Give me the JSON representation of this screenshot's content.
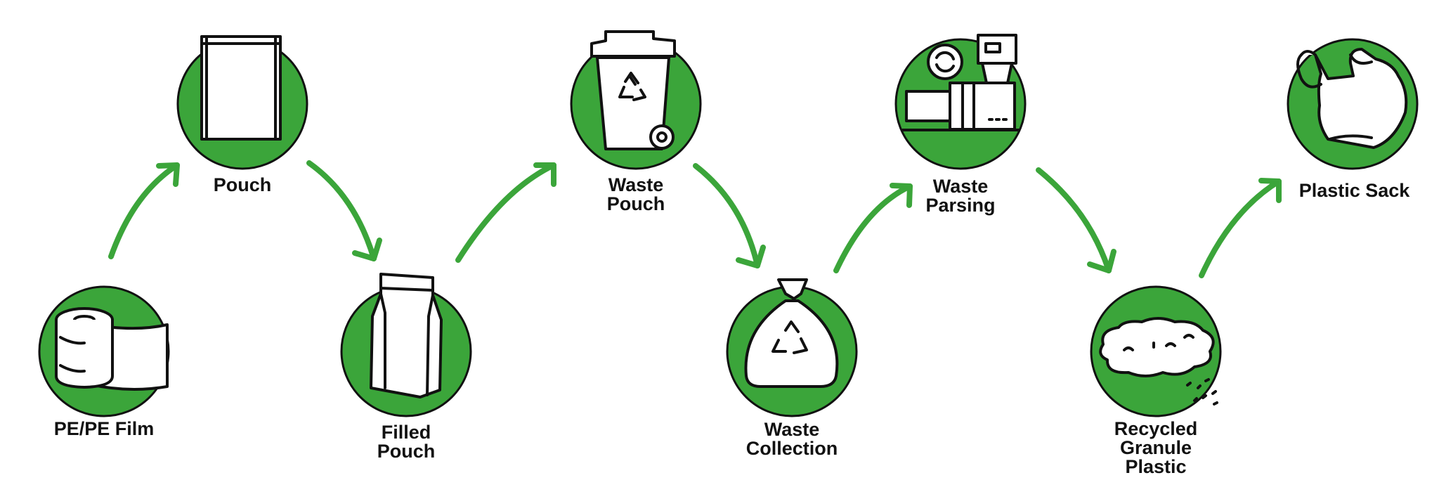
{
  "steps": [
    {
      "label": "PE/PE Film",
      "icon": "film-roll-icon"
    },
    {
      "label": "Pouch",
      "icon": "pouch-icon"
    },
    {
      "label": "Filled\nPouch",
      "icon": "filled-pouch-icon"
    },
    {
      "label": "Waste\nPouch",
      "icon": "recycle-bin-icon"
    },
    {
      "label": "Waste\nCollection",
      "icon": "recycle-bag-icon"
    },
    {
      "label": "Waste\nParsing",
      "icon": "recycling-machine-icon"
    },
    {
      "label": "Recycled\nGranule\nPlastic",
      "icon": "plastic-granule-icon"
    },
    {
      "label": "Plastic Sack",
      "icon": "plastic-sack-icon"
    }
  ],
  "colors": {
    "accent": "#3ba53a",
    "outline": "#111111",
    "background": "#ffffff"
  }
}
